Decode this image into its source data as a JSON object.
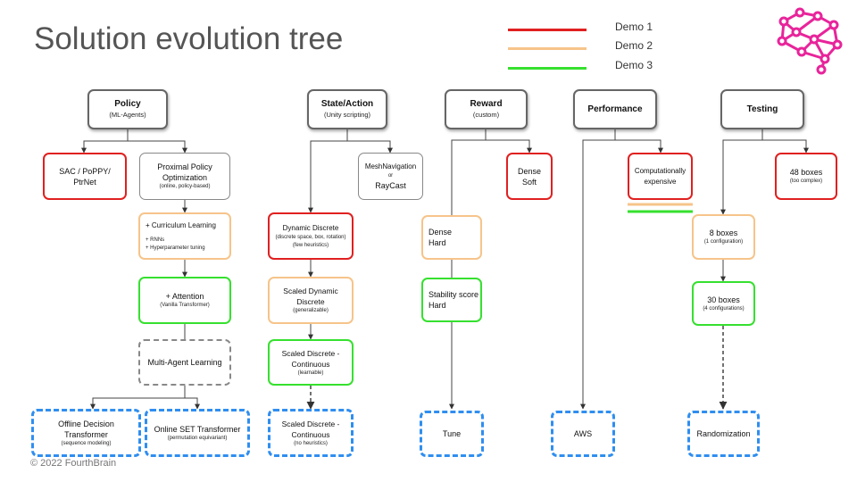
{
  "title": "Solution evolution tree",
  "footer": "© 2022 FourthBrain",
  "legend": [
    {
      "label": "Demo 1",
      "color": "#e02020"
    },
    {
      "label": "Demo 2",
      "color": "#f6c48a"
    },
    {
      "label": "Demo 3",
      "color": "#36e02f"
    }
  ],
  "logo": {
    "icon": "brain-network-logo-icon",
    "color": "#e8249b"
  },
  "categories": {
    "policy": {
      "title": "Policy",
      "sub": "(ML-Agents)"
    },
    "state": {
      "title": "State/Action",
      "sub": "(Unity scripting)"
    },
    "reward": {
      "title": "Reward",
      "sub": "(custom)"
    },
    "performance": {
      "title": "Performance"
    },
    "testing": {
      "title": "Testing"
    }
  },
  "nodes": {
    "sac": {
      "title": "SAC / PoPPY/ PtrNet"
    },
    "ppo": {
      "title": "Proximal Policy Optimization",
      "sub": "(online, policy-based)"
    },
    "curriculum": {
      "title": "+ Curriculum Learning",
      "line1": "+ RNNs",
      "line2": "+ Hyperparameter tuning"
    },
    "attention": {
      "title": "+ Attention",
      "sub": "(Vanilla Transformer)"
    },
    "multiagent": {
      "title": "Multi-Agent Learning"
    },
    "offline": {
      "title": "Offline Decision Transformer",
      "sub": "(sequence modeling)"
    },
    "online": {
      "title": "Online SET Transformer",
      "sub": "(permutation equivariant)"
    },
    "meshnav": {
      "title": "MeshNavigation",
      "sub": "or",
      "title2": "RayCast"
    },
    "dyndiscrete": {
      "title": "Dynamic Discrete",
      "sub": "(discrete space, box, rotation)",
      "sub2": "(few heuristics)"
    },
    "scaleddyn": {
      "title": "Scaled Dynamic Discrete",
      "sub": "(generalizable)"
    },
    "scaleddc": {
      "title": "Scaled Discrete - Continuous",
      "sub": "(learnable)"
    },
    "scaleddc2": {
      "title": "Scaled Discrete - Continuous",
      "sub": "(no heuristics)"
    },
    "densesoft": {
      "title": "Dense Soft"
    },
    "densehard": {
      "title": "Dense Hard"
    },
    "stability": {
      "title": "Stability score Hard"
    },
    "tune": {
      "title": "Tune"
    },
    "compexp": {
      "title": "Computationally expensive"
    },
    "aws": {
      "title": "AWS"
    },
    "boxes48": {
      "title": "48 boxes",
      "sub": "(too complex)"
    },
    "boxes8": {
      "title": "8 boxes",
      "sub": "(1 configuration)"
    },
    "boxes30": {
      "title": "30 boxes",
      "sub": "(4  configurations)"
    },
    "randomization": {
      "title": "Randomization"
    }
  }
}
